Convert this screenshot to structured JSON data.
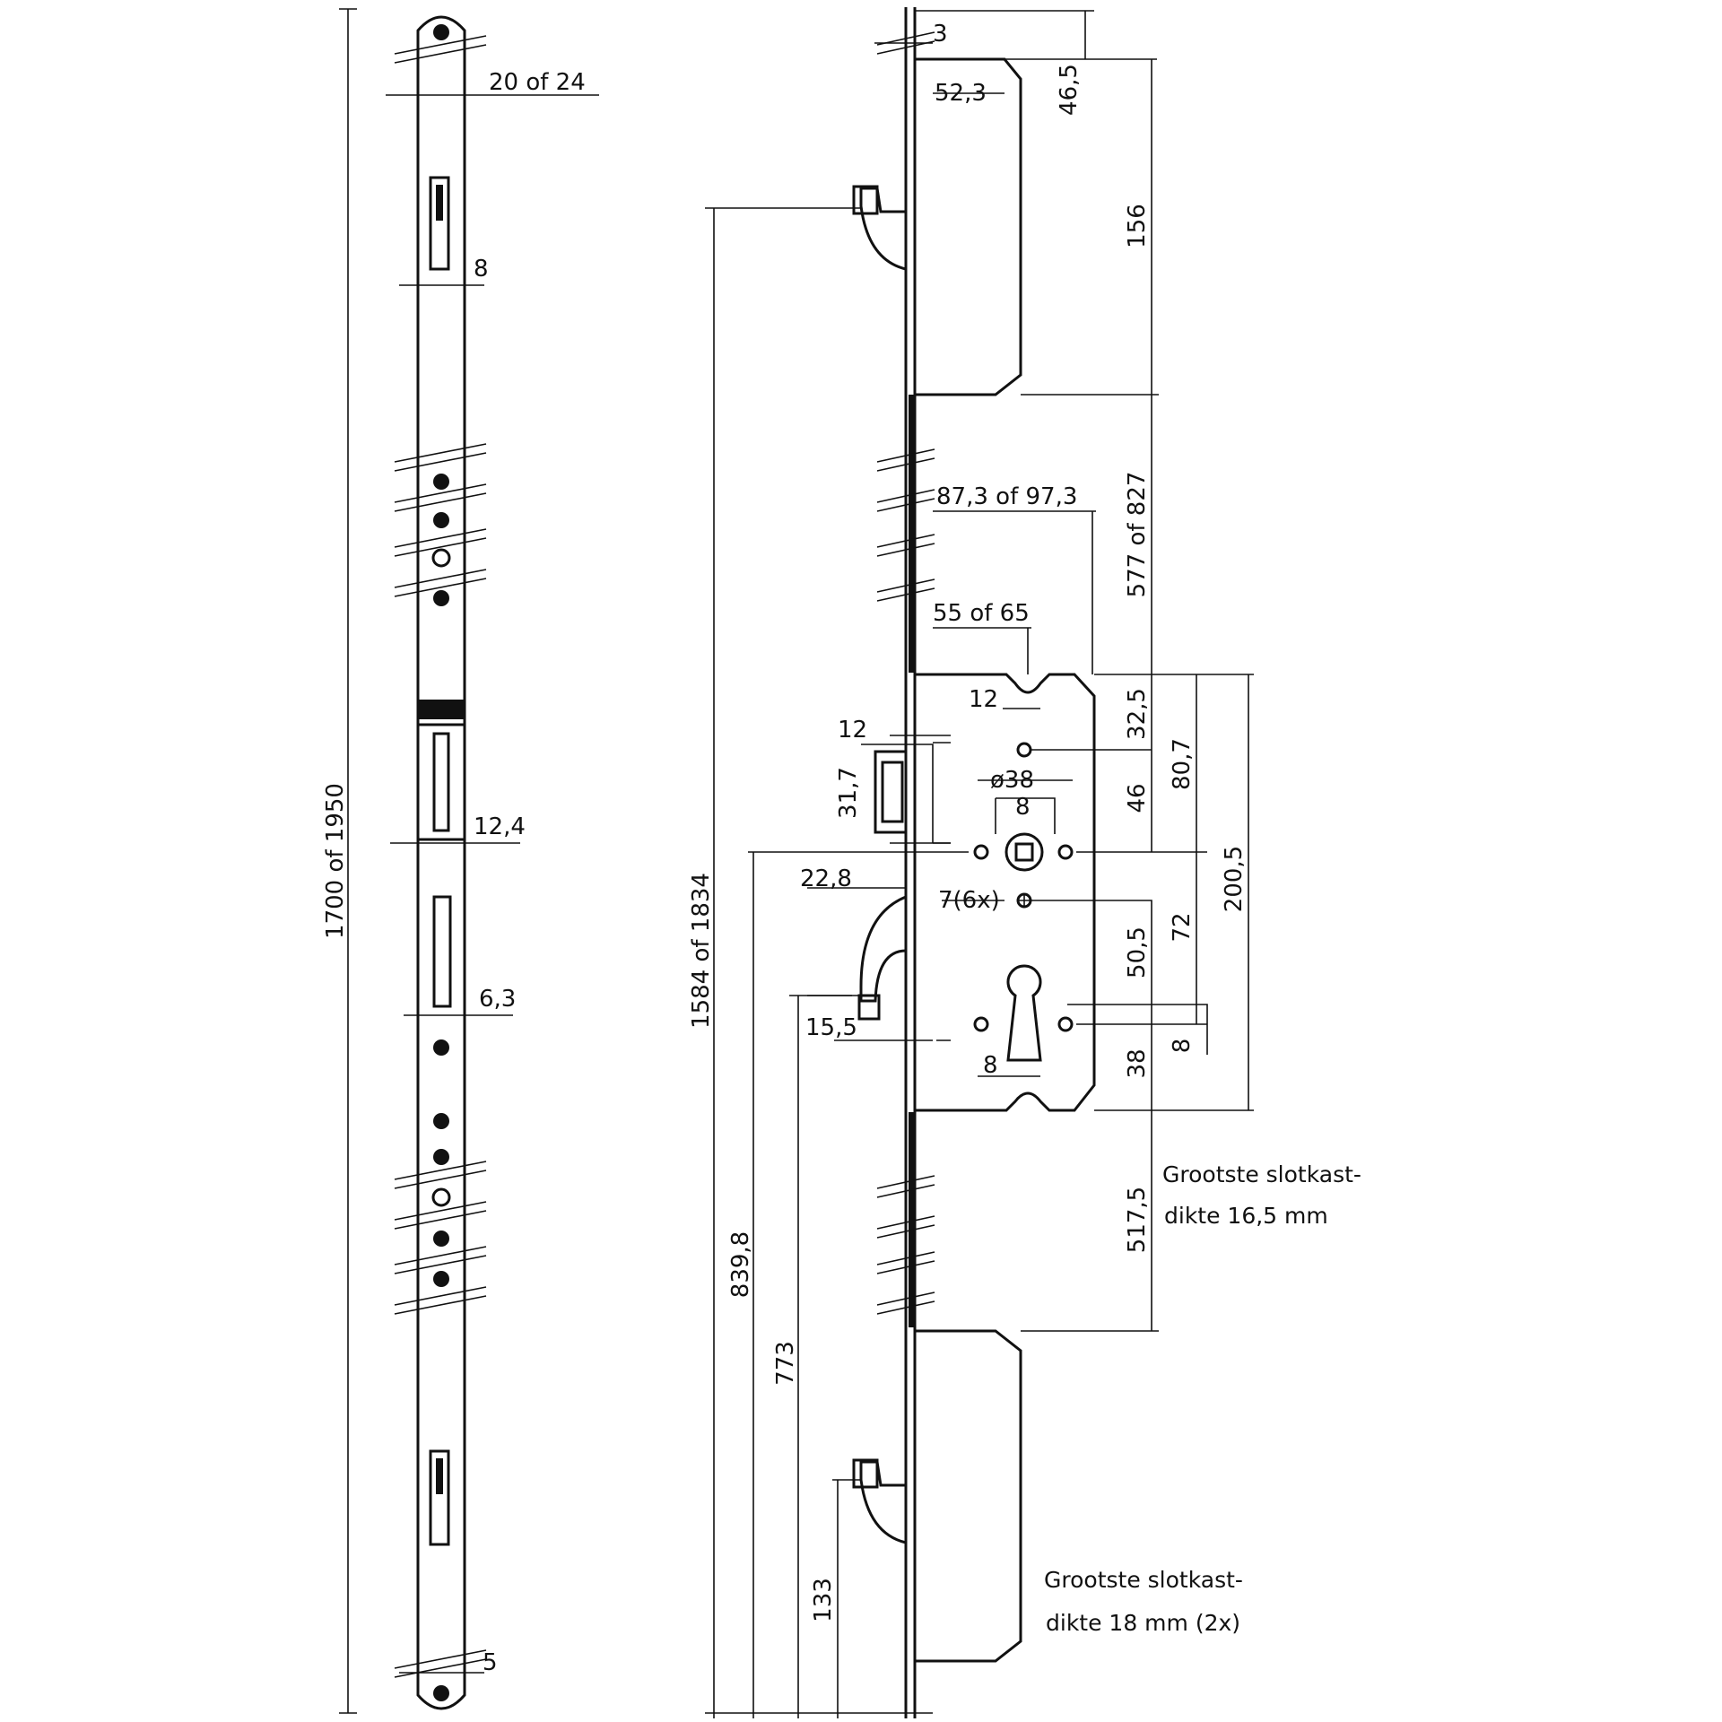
{
  "left_view": {
    "dims": {
      "width": "20 of 24",
      "hook_gap": "8",
      "latch_gap": "12,4",
      "slot_gap": "6,3",
      "bottom_gap": "5",
      "total_length": "1700 of 1950"
    }
  },
  "right_view": {
    "dims": {
      "top_thickness": "3",
      "top_box_depth": "52,3",
      "top_box_offset": "46,5",
      "top_box_height": "156",
      "backset_long": "87,3 of 97,3",
      "upper_spacing": "577 of 827",
      "backset": "55 of 65",
      "notch": "12",
      "latch_width": "12",
      "latch_height": "31,7",
      "spindle_drop": "32,5",
      "spindle_follower": "80,7",
      "handle_spacing": "ø38",
      "follower_square": "8",
      "follower_offset": "46",
      "screws": "7(6x)",
      "deadbolt_depth": "22,8",
      "deadbolt_height": "15,5",
      "cylinder_drop": "50,5",
      "center_distance": "72",
      "case_height": "200,5",
      "cylinder_offset": "8",
      "cylinder_width": "8",
      "case_bottom": "38",
      "lower_spacing": "517,5",
      "total_hook_distance": "1584 of 1834",
      "to_center": "839,8",
      "to_cylinder": "773",
      "bottom_hook": "133"
    },
    "notes": {
      "note1_line1": "Grootste slotkast-",
      "note1_line2": "dikte 16,5 mm",
      "note2_line1": "Grootste slotkast-",
      "note2_line2": "dikte 18 mm (2x)"
    }
  }
}
